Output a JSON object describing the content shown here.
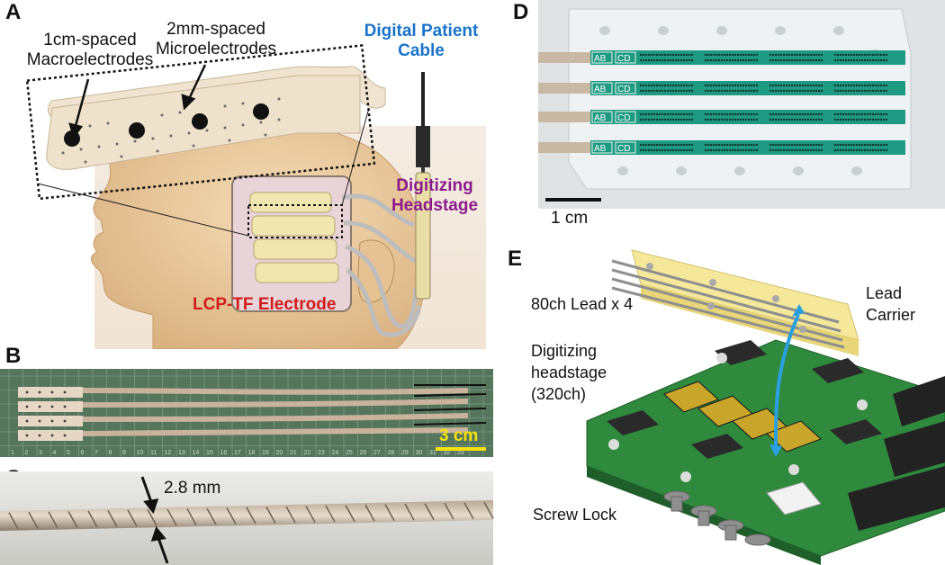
{
  "panels": {
    "a": {
      "label": "A",
      "macro_label": "1cm-spaced\nMacroelectrodes",
      "micro_label": "2mm-spaced\nMicroelectrodes",
      "cable_label": "Digital Patient\nCable",
      "headstage_label": "Digitizing\nHeadstage",
      "electrode_label": "LCP-TF Electrode",
      "colors": {
        "cable": "#1a73c9",
        "headstage": "#8b1a8b",
        "electrode": "#d01c1c"
      }
    },
    "b": {
      "label": "B",
      "scale_label": "3 cm",
      "scale_color": "#f4e20a",
      "ruler_numbers": [
        "1",
        "2",
        "3",
        "4",
        "5",
        "6",
        "7",
        "8",
        "9",
        "10",
        "11",
        "12",
        "13",
        "14",
        "15",
        "16",
        "17",
        "18",
        "19",
        "20",
        "21",
        "22",
        "23",
        "24",
        "25",
        "26",
        "27",
        "28",
        "29",
        "30",
        "31",
        "32",
        "33"
      ]
    },
    "c": {
      "label": "C",
      "dimension_label": "2.8 mm"
    },
    "d": {
      "label": "D",
      "scale_label": "1 cm",
      "pad_labels": [
        "AB",
        "CD"
      ]
    },
    "e": {
      "label": "E",
      "lead_label": "80ch Lead x 4",
      "carrier_label": "Lead\nCarrier",
      "headstage_label": "Digitizing\nheadstage\n(320ch)",
      "screw_label": "Screw Lock"
    }
  }
}
